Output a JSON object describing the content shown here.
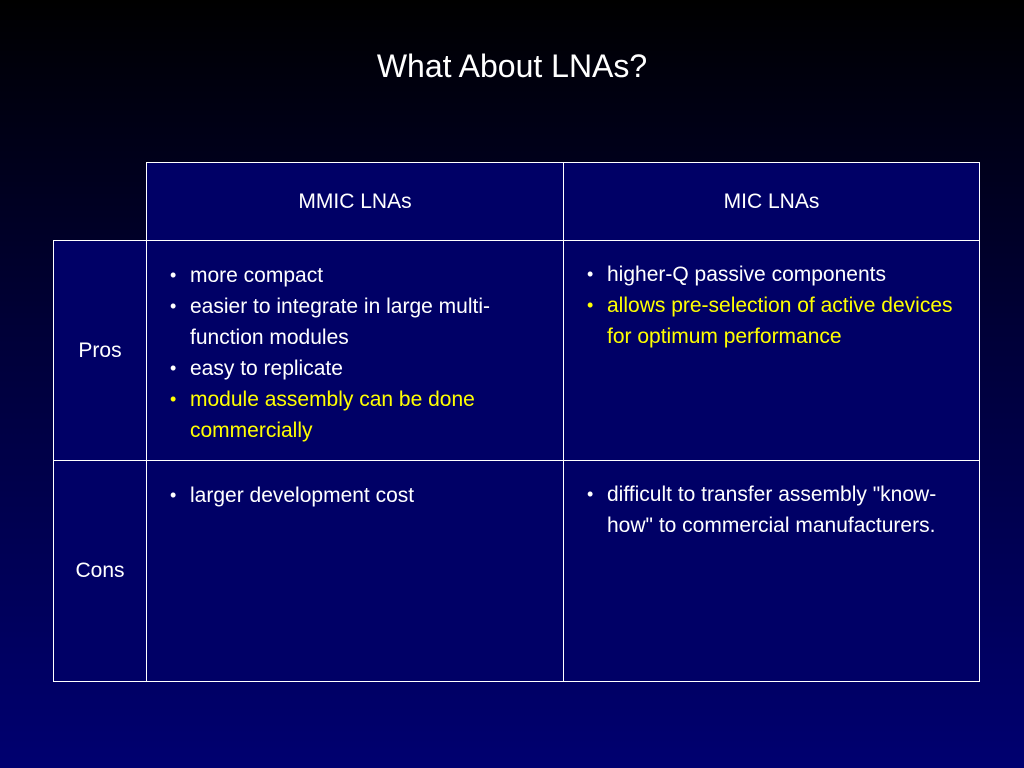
{
  "slide": {
    "title": "What About LNAs?"
  },
  "table": {
    "columns": [
      "MMIC LNAs",
      "MIC LNAs"
    ],
    "rows": [
      {
        "label": "Pros",
        "mmic": [
          {
            "text": "more compact",
            "highlight": false
          },
          {
            "text": "easier to integrate in large multi-function modules",
            "highlight": false
          },
          {
            "text": "easy to replicate",
            "highlight": false
          },
          {
            "text": "module assembly can be done commercially",
            "highlight": true
          }
        ],
        "mic": [
          {
            "text": "higher-Q passive components",
            "highlight": false
          },
          {
            "text": "allows pre-selection of active devices for optimum performance",
            "highlight": true
          }
        ]
      },
      {
        "label": "Cons",
        "mmic": [
          {
            "text": "larger development cost",
            "highlight": false
          }
        ],
        "mic": [
          {
            "text": "difficult to transfer assembly \"know-how\" to commercial manufacturers.",
            "highlight": false
          }
        ]
      }
    ]
  },
  "colors": {
    "highlight": "#ffff00",
    "text": "#ffffff",
    "cell_bg": "#000066"
  },
  "icons": {
    "bullet": "bullet-dot-icon",
    "bullet_glyph": "•"
  }
}
